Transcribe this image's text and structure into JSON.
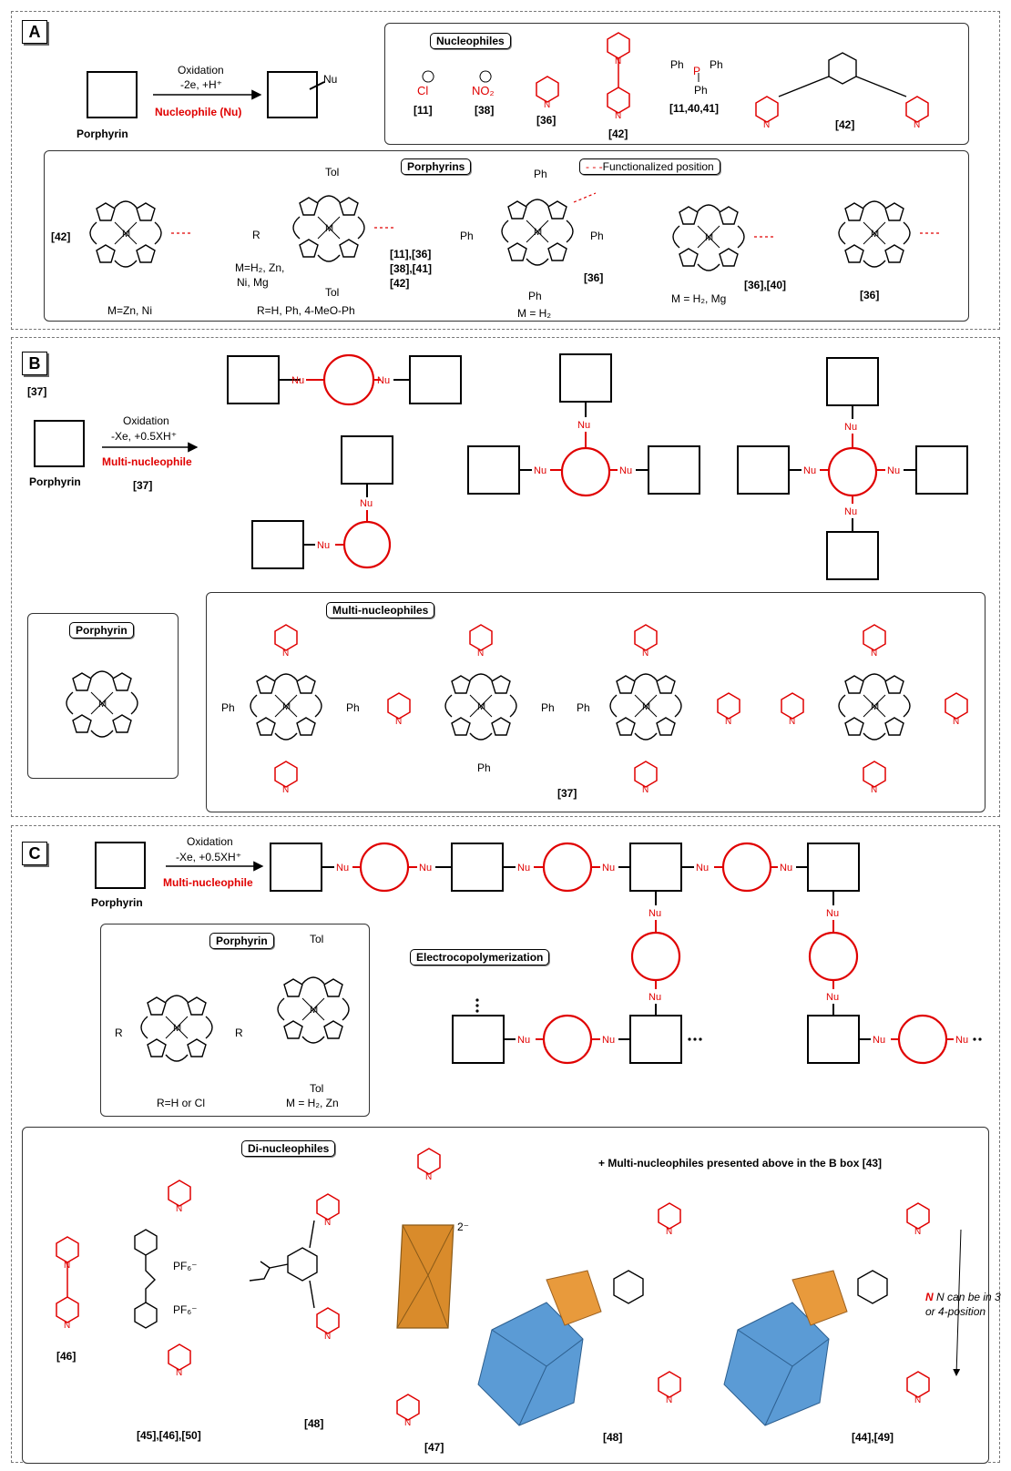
{
  "panels": {
    "a": {
      "letter": "A",
      "oxidation": "Oxidation",
      "conditions": "-2e, +H⁺",
      "reagent": "Nucleophile (Nu)",
      "porphyrin": "Porphyrin",
      "nu": "Nu",
      "nucleophiles_title": "Nucleophiles",
      "nucleophiles": [
        {
          "formula": "Cl",
          "ref": "[11]"
        },
        {
          "formula": "NO₂",
          "ref": "[38]"
        },
        {
          "formula": "pyridine",
          "ref": "[36]"
        },
        {
          "formula": "4,4'-bipyridine",
          "ref": "[42]"
        },
        {
          "formula": "PPh₃",
          "ref": "[11,40,41]"
        },
        {
          "formula": "bis(pyridylethynyl)benzene",
          "ref": "[42]"
        }
      ],
      "ph": "Ph",
      "p": "P",
      "porphyrins_title": "Porphyrins",
      "legend": "Functionalized position",
      "porphyrins": [
        {
          "ref": "[42]",
          "caption": "M=Zn, Ni"
        },
        {
          "refs": [
            "[11],[36]",
            "[38],[41]",
            "[42]"
          ],
          "metal_note": [
            "M=H₂, Zn,",
            "Ni, Mg"
          ],
          "caption": "R=H, Ph, 4-MeO-Ph",
          "tol": "Tol",
          "r": "R"
        },
        {
          "ref": "[36]",
          "caption": "M = H₂"
        },
        {
          "ref": "[36],[40]",
          "caption": "M = H₂, Mg"
        },
        {
          "ref": "[36]"
        }
      ]
    },
    "b": {
      "letter": "B",
      "ref_top": "[37]",
      "oxidation": "Oxidation",
      "conditions": "-Xe, +0.5XH⁺",
      "reagent": "Multi-nucleophile",
      "porphyrin": "Porphyrin",
      "ref": "[37]",
      "nu": "Nu",
      "porphyrin_box_title": "Porphyrin",
      "multi_title": "Multi-nucleophiles",
      "multi_ref": "[37]",
      "ph": "Ph"
    },
    "c": {
      "letter": "C",
      "oxidation": "Oxidation",
      "conditions": "-Xe, +0.5XH⁺",
      "reagent": "Multi-nucleophile",
      "porphyrin": "Porphyrin",
      "nu": "Nu",
      "porphyrin_box_title": "Porphyrin",
      "caption_left": "R=H or Cl",
      "caption_right": "M = H₂, Zn",
      "tol": "Tol",
      "r": "R",
      "electro": "Electrocopolymerization",
      "dots": "…",
      "di_title": "Di-nucleophiles",
      "note": "+ Multi-nucleophiles presented above in the B box [43]",
      "pf6": "PF₆⁻",
      "charge": "2⁻",
      "n_note": [
        "N can be in 3",
        "or 4-position"
      ],
      "refs": [
        "[46]",
        "[45],[46],[50]",
        "[48]",
        "[47]",
        "[48]",
        "[44],[49]"
      ]
    }
  }
}
